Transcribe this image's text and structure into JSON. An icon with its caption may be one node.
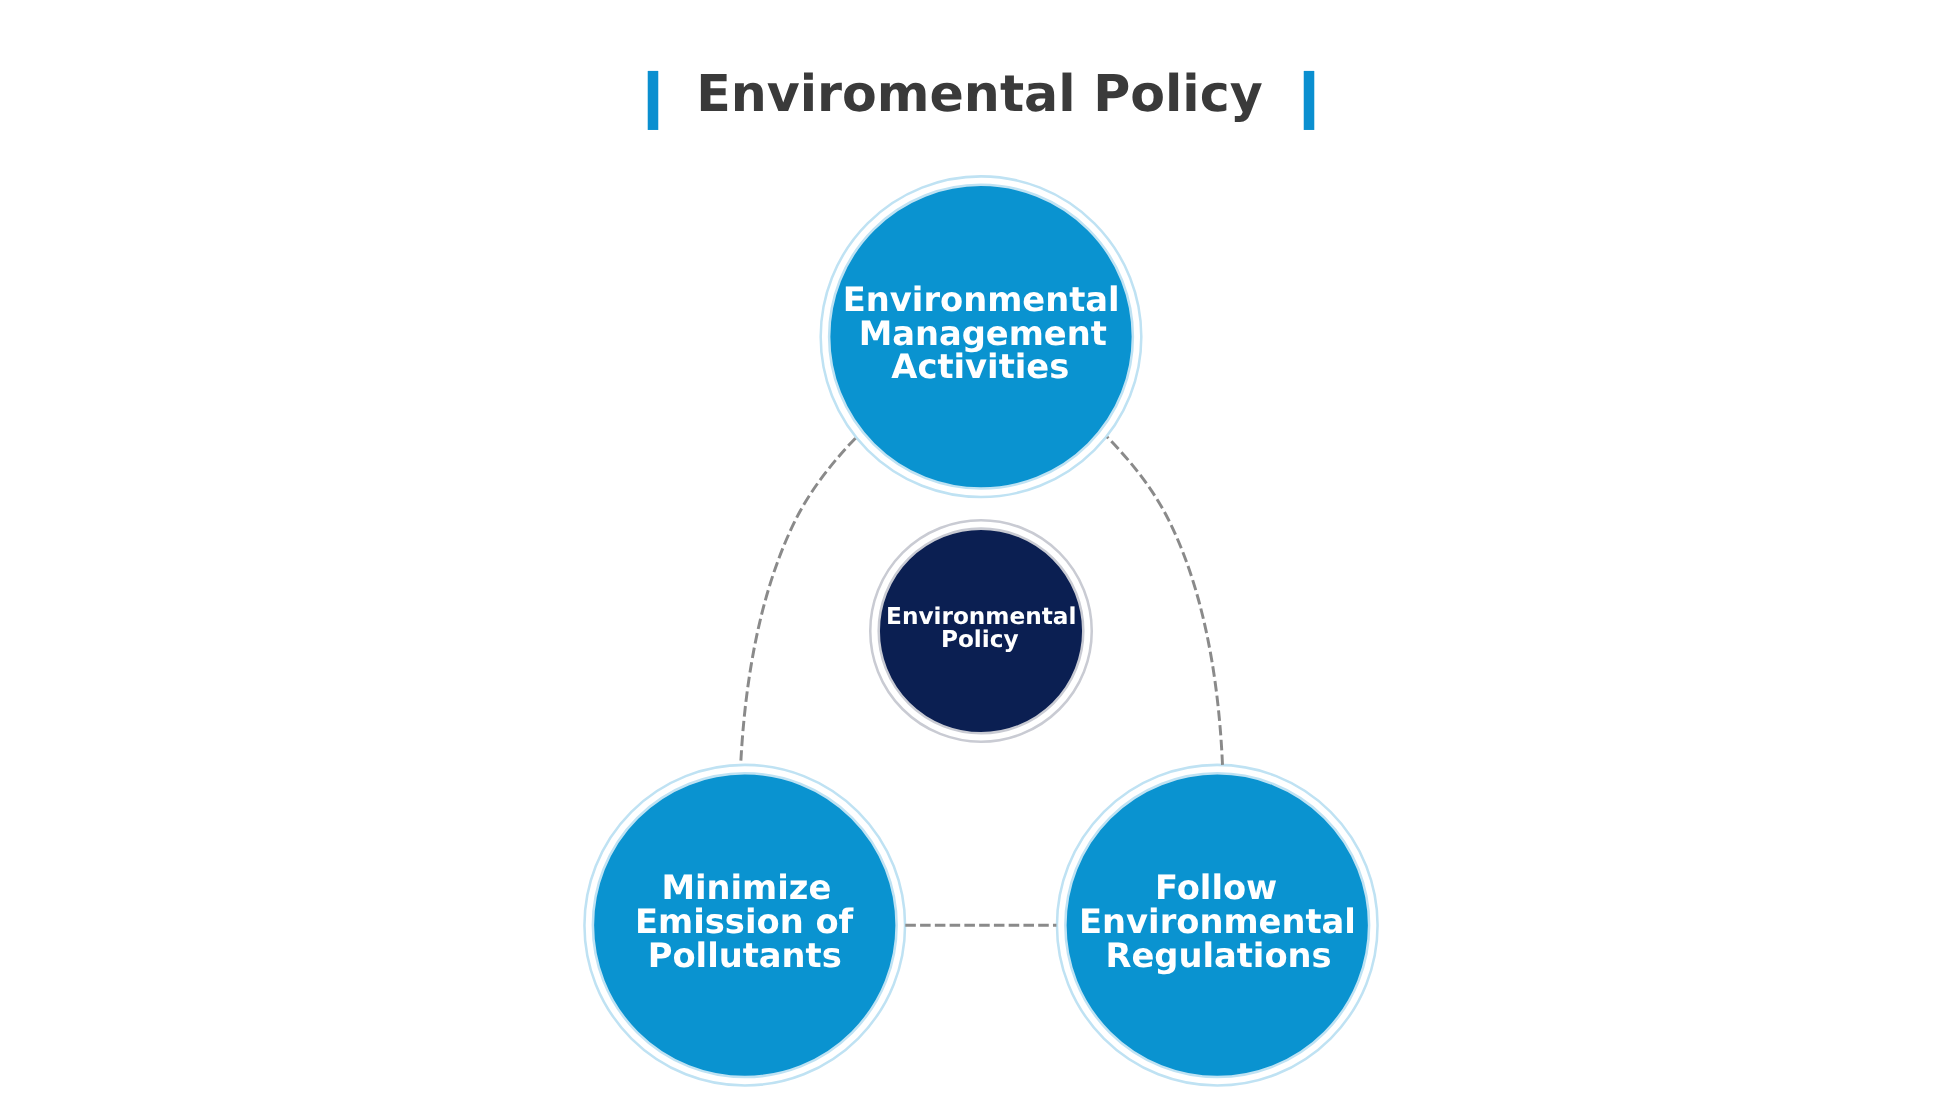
{
  "diagram": {
    "title": "Enviromental Policy",
    "nodes": [
      {
        "text": [
          "Environmental Management Activities"
        ]
      },
      {
        "text": [
          "Environmental Policy"
        ]
      },
      {
        "text": [
          "Minimize Emission of Pollutants"
        ]
      },
      {
        "text": [
          "Follow Environmental Regulations"
        ]
      }
    ],
    "edges": [
      {
        "from": 0,
        "to": 2,
        "arrow": "none",
        "style": "dashed"
      },
      {
        "from": 2,
        "to": 3,
        "arrow": "none",
        "style": "dashed"
      },
      {
        "from": 3,
        "to": 0,
        "arrow": "none",
        "style": "dashed"
      }
    ]
  }
}
